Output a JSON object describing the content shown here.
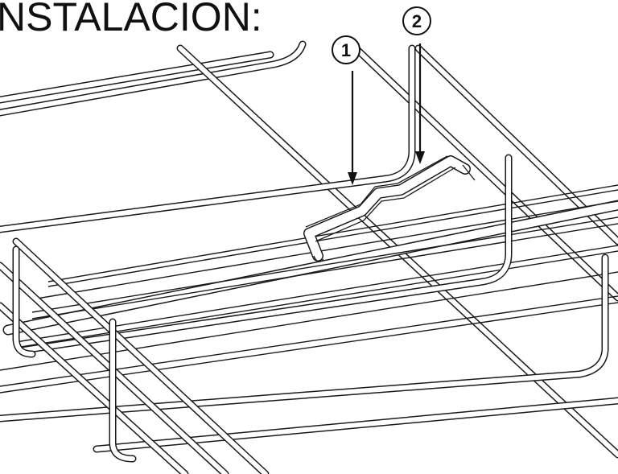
{
  "diagram": {
    "title": "NSTALACION:",
    "callouts": [
      {
        "label": "1"
      },
      {
        "label": "2"
      }
    ]
  }
}
